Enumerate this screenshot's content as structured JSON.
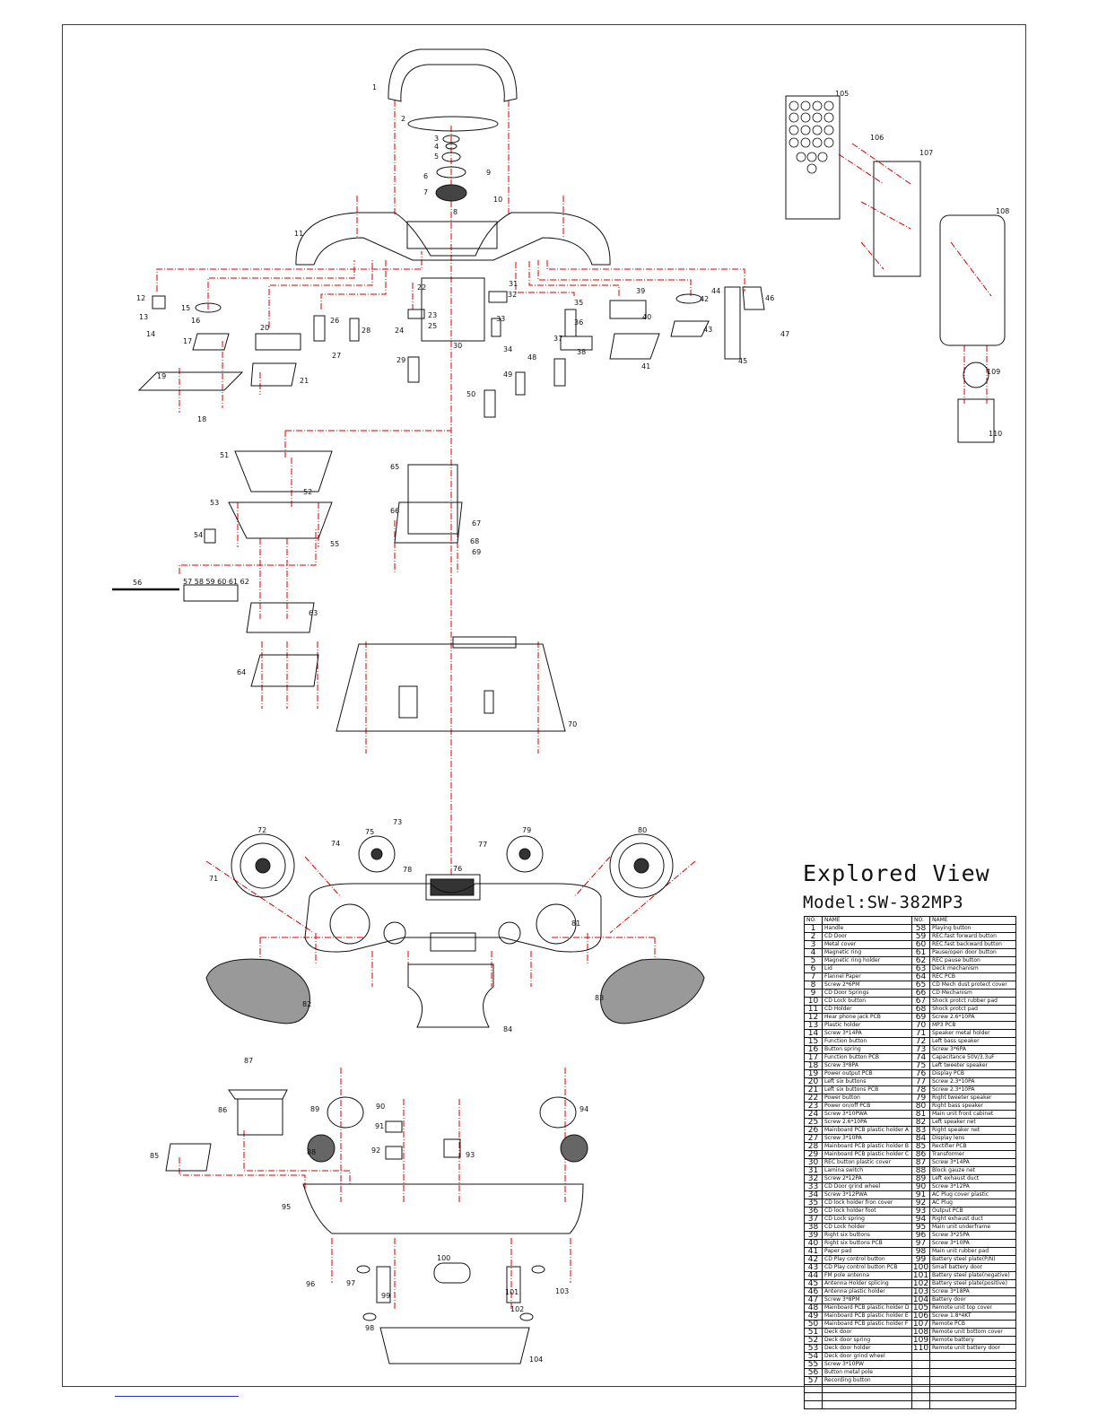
{
  "heading": {
    "title": "Explored View",
    "model": "Model:SW-382MP3"
  },
  "table_headers": {
    "no": "NO.",
    "name": "NAME",
    "no2": "NO.",
    "name2": "NAME"
  },
  "parts_left": [
    {
      "no": "1",
      "name": "Handle"
    },
    {
      "no": "2",
      "name": "CD Door"
    },
    {
      "no": "3",
      "name": "Metal cover"
    },
    {
      "no": "4",
      "name": "Magnetic ring"
    },
    {
      "no": "5",
      "name": "Magnetic ring holder"
    },
    {
      "no": "6",
      "name": "Lid"
    },
    {
      "no": "7",
      "name": "Flannel Paper"
    },
    {
      "no": "8",
      "name": "Screw 2*6PM"
    },
    {
      "no": "9",
      "name": "CD Door Springs"
    },
    {
      "no": "10",
      "name": "CD Lock button"
    },
    {
      "no": "11",
      "name": "CD Holder"
    },
    {
      "no": "12",
      "name": "Hear phone jack PCB"
    },
    {
      "no": "13",
      "name": "Plastic holder"
    },
    {
      "no": "14",
      "name": "Screw 3*14PA"
    },
    {
      "no": "15",
      "name": "Function button"
    },
    {
      "no": "16",
      "name": "Button spring"
    },
    {
      "no": "17",
      "name": "Function button PCB"
    },
    {
      "no": "18",
      "name": "Screw 3*8PA"
    },
    {
      "no": "19",
      "name": "Power output PCB"
    },
    {
      "no": "20",
      "name": "Left six buttons"
    },
    {
      "no": "21",
      "name": "Left six buttons PCB"
    },
    {
      "no": "22",
      "name": "Power button"
    },
    {
      "no": "23",
      "name": "Power on/off PCB"
    },
    {
      "no": "24",
      "name": "Screw 3*10PWA"
    },
    {
      "no": "25",
      "name": "Screw 2.6*10PA"
    },
    {
      "no": "26",
      "name": "Mainboard PCB plastic holder A"
    },
    {
      "no": "27",
      "name": "Screw 3*10PA"
    },
    {
      "no": "28",
      "name": "Mainboard PCB plastic holder B"
    },
    {
      "no": "29",
      "name": "Mainboard PCB plastic holder C"
    },
    {
      "no": "30",
      "name": "REC button plastic cover"
    },
    {
      "no": "31",
      "name": "Lamina switch"
    },
    {
      "no": "32",
      "name": "Screw 2*12PA"
    },
    {
      "no": "33",
      "name": "CD Door grind wheel"
    },
    {
      "no": "34",
      "name": "Screw 3*12PWA"
    },
    {
      "no": "35",
      "name": "CD lock holder fron cover"
    },
    {
      "no": "36",
      "name": "CD lock holder foot"
    },
    {
      "no": "37",
      "name": "CD Lock spring"
    },
    {
      "no": "38",
      "name": "CD Lock holder"
    },
    {
      "no": "39",
      "name": "Right six buttons"
    },
    {
      "no": "40",
      "name": "Right six buttons PCB"
    },
    {
      "no": "41",
      "name": "Paper pad"
    },
    {
      "no": "42",
      "name": "CD Play control button"
    },
    {
      "no": "43",
      "name": "CD Play control button PCB"
    },
    {
      "no": "44",
      "name": "FM pole antenna"
    },
    {
      "no": "45",
      "name": "Antenna Holder splicing"
    },
    {
      "no": "46",
      "name": "Antenna plastic holder"
    },
    {
      "no": "47",
      "name": "Screw 3*8PM"
    },
    {
      "no": "48",
      "name": "Mainboard PCB plastic holder D"
    },
    {
      "no": "49",
      "name": "Mainboard PCB plastic holder E"
    },
    {
      "no": "50",
      "name": "Mainboard PCB plastic holder F"
    },
    {
      "no": "51",
      "name": "Deck door"
    },
    {
      "no": "52",
      "name": "Deck door spring"
    },
    {
      "no": "53",
      "name": "Deck door holder"
    },
    {
      "no": "54",
      "name": "Deck door grind wheel"
    },
    {
      "no": "55",
      "name": "Screw 3*10PW"
    },
    {
      "no": "56",
      "name": "Button metal pole"
    },
    {
      "no": "57",
      "name": "Recording button"
    }
  ],
  "parts_right": [
    {
      "no": "58",
      "name": "Playing button"
    },
    {
      "no": "59",
      "name": "REC.fast forward button"
    },
    {
      "no": "60",
      "name": "REC.fast backward button"
    },
    {
      "no": "61",
      "name": "Pause/open door button"
    },
    {
      "no": "62",
      "name": "REC pause button"
    },
    {
      "no": "63",
      "name": "Deck mechanism"
    },
    {
      "no": "64",
      "name": "REC PCB"
    },
    {
      "no": "65",
      "name": "CD Mech dust protect cover"
    },
    {
      "no": "66",
      "name": "CD Mechanism"
    },
    {
      "no": "67",
      "name": "Shock protct rubber pad"
    },
    {
      "no": "68",
      "name": "Shock protct pad"
    },
    {
      "no": "69",
      "name": "Screw 2.6*10PA"
    },
    {
      "no": "70",
      "name": "MP3 PCB"
    },
    {
      "no": "71",
      "name": "Speaker metal holder"
    },
    {
      "no": "72",
      "name": "Left bass speaker"
    },
    {
      "no": "73",
      "name": "Screw 3*6PA"
    },
    {
      "no": "74",
      "name": "Capacitance 50V/3.3uF"
    },
    {
      "no": "75",
      "name": "Left tweeter speaker"
    },
    {
      "no": "76",
      "name": "Display PCB"
    },
    {
      "no": "77",
      "name": "Screw 2.3*10PA"
    },
    {
      "no": "78",
      "name": "Screw 2.3*10PA"
    },
    {
      "no": "79",
      "name": "Right tweeter speaker"
    },
    {
      "no": "80",
      "name": "Right bass speaker"
    },
    {
      "no": "81",
      "name": "Main unit front cabinet"
    },
    {
      "no": "82",
      "name": "Left speaker net"
    },
    {
      "no": "83",
      "name": "Right speaker net"
    },
    {
      "no": "84",
      "name": "Display lens"
    },
    {
      "no": "85",
      "name": "Rectifier PCB"
    },
    {
      "no": "86",
      "name": "Transformer"
    },
    {
      "no": "87",
      "name": "Screw 3*14PA"
    },
    {
      "no": "88",
      "name": "Block gauze net"
    },
    {
      "no": "89",
      "name": "Left exhaust duct"
    },
    {
      "no": "90",
      "name": "Screw 3*12PA"
    },
    {
      "no": "91",
      "name": "AC Plug cover plastic"
    },
    {
      "no": "92",
      "name": "AC Plug"
    },
    {
      "no": "93",
      "name": "Output PCB"
    },
    {
      "no": "94",
      "name": "Right exhaust duct"
    },
    {
      "no": "95",
      "name": "Main unit underframe"
    },
    {
      "no": "96",
      "name": "Screw 3*25PA"
    },
    {
      "no": "97",
      "name": "Screw 3*10PA"
    },
    {
      "no": "98",
      "name": "Main unit rubber pad"
    },
    {
      "no": "99",
      "name": "Battery steel plate(P/N)"
    },
    {
      "no": "100",
      "name": "Small battery door"
    },
    {
      "no": "101",
      "name": "Battery steel plate(negative)"
    },
    {
      "no": "102",
      "name": "Battery steel plate(positive)"
    },
    {
      "no": "103",
      "name": "Screw 3*18PA"
    },
    {
      "no": "104",
      "name": "Battery door"
    },
    {
      "no": "105",
      "name": "Remote unit top cover"
    },
    {
      "no": "106",
      "name": "Screw 1.8*4KT"
    },
    {
      "no": "107",
      "name": "Remote PCB"
    },
    {
      "no": "108",
      "name": "Remote unit bottom cover"
    },
    {
      "no": "109",
      "name": "Remote battery"
    },
    {
      "no": "110",
      "name": "Remote unit battery door"
    },
    {
      "no": "",
      "name": ""
    },
    {
      "no": "",
      "name": ""
    },
    {
      "no": "",
      "name": ""
    },
    {
      "no": "",
      "name": ""
    },
    {
      "no": "",
      "name": ""
    },
    {
      "no": "",
      "name": ""
    },
    {
      "no": "",
      "name": ""
    }
  ],
  "callouts": [
    "1",
    "2",
    "3",
    "4",
    "5",
    "6",
    "7",
    "8",
    "9",
    "10",
    "11",
    "12",
    "13",
    "14",
    "15",
    "16",
    "17",
    "18",
    "19",
    "20",
    "21",
    "22",
    "23",
    "24",
    "25",
    "26",
    "27",
    "28",
    "29",
    "30",
    "31",
    "32",
    "33",
    "34",
    "35",
    "36",
    "37",
    "38",
    "39",
    "40",
    "41",
    "42",
    "43",
    "44",
    "45",
    "46",
    "47",
    "48",
    "49",
    "50",
    "51",
    "52",
    "53",
    "54",
    "55",
    "56",
    "57 58 59 60 61 62",
    "63",
    "64",
    "65",
    "66",
    "67",
    "68",
    "69",
    "70",
    "71",
    "72",
    "73",
    "74",
    "75",
    "76",
    "77",
    "78",
    "79",
    "80",
    "81",
    "82",
    "83",
    "84",
    "85",
    "86",
    "87",
    "88",
    "89",
    "90",
    "91",
    "92",
    "93",
    "94",
    "95",
    "96",
    "97",
    "98",
    "99",
    "100",
    "101",
    "102",
    "103",
    "104",
    "105",
    "106",
    "107",
    "108",
    "109",
    "110"
  ],
  "colors": {
    "frame": "#2430c8",
    "leader": "#d40000",
    "ink": "#111111"
  }
}
